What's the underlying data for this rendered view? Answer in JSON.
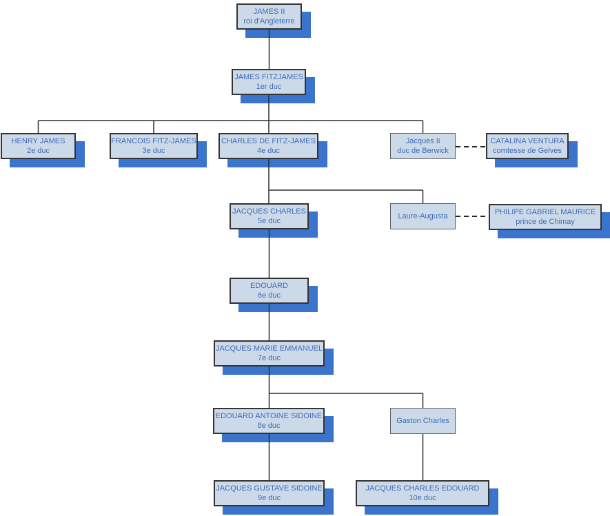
{
  "diagram_type": "family-tree-org-chart",
  "colors": {
    "box_fill": "#ccd9e8",
    "box_shadow_accent": "#3a74cc",
    "text_blue": "#3f6cb8",
    "border_main": "#333333",
    "border_plain": "#5f5f5f",
    "connector": "#2e2e2e",
    "background": "#ffffff"
  },
  "nodes": {
    "james_ii": {
      "title": "JAMES II",
      "subtitle": "roi d'Angleterre"
    },
    "james_fitzjames": {
      "title": "JAMES FITZJAMES",
      "subtitle": "1er duc"
    },
    "henry_james": {
      "title": "HENRY JAMES",
      "subtitle": "2e duc"
    },
    "francois_fitz_james": {
      "title": "FRANCOIS FITZ-JAMES",
      "subtitle": "3e duc"
    },
    "charles_de_fitz_james": {
      "title": "CHARLES DE FITZ-JAMES",
      "subtitle": "4e duc"
    },
    "jacques_ii_berwick": {
      "title": "Jacques Ii",
      "subtitle": "duc de Berwick"
    },
    "catalina_ventura": {
      "title": "CATALINA VENTURA",
      "subtitle": "comtesse de Gelves"
    },
    "jacques_charles": {
      "title": "JACQUES CHARLES",
      "subtitle": "5e duc"
    },
    "laure_augusta": {
      "title": "Laure-Augusta"
    },
    "philipe_gabriel_maurice": {
      "title": "PHILIPE GABRIEL MAURICE",
      "subtitle": "prince de Chimay"
    },
    "edouard": {
      "title": "EDOUARD",
      "subtitle": "6e duc"
    },
    "jacques_marie_emmanuel": {
      "title": "JACQUES MARIE EMMANUEL",
      "subtitle": "7e duc"
    },
    "edouard_antoine_sidoine": {
      "title": "EDOUARD ANTOINE SIDOINE",
      "subtitle": "8e duc"
    },
    "gaston_charles": {
      "title": "Gaston Charles"
    },
    "jacques_gustave_sidoine": {
      "title": "JACQUES GUSTAVE SIDOINE",
      "subtitle": "9e duc"
    },
    "jacques_charles_edouard": {
      "title": "JACQUES CHARLES EDOUARD",
      "subtitle": "10e duc"
    }
  },
  "edges": [
    {
      "from": "james_ii",
      "to": "james_fitzjames",
      "style": "solid"
    },
    {
      "from": "james_fitzjames",
      "to": "henry_james",
      "style": "solid"
    },
    {
      "from": "james_fitzjames",
      "to": "francois_fitz_james",
      "style": "solid"
    },
    {
      "from": "james_fitzjames",
      "to": "charles_de_fitz_james",
      "style": "solid"
    },
    {
      "from": "james_fitzjames",
      "to": "jacques_ii_berwick",
      "style": "solid"
    },
    {
      "from": "jacques_ii_berwick",
      "to": "catalina_ventura",
      "style": "dashed"
    },
    {
      "from": "charles_de_fitz_james",
      "to": "jacques_charles",
      "style": "solid"
    },
    {
      "from": "charles_de_fitz_james",
      "to": "laure_augusta",
      "style": "solid"
    },
    {
      "from": "laure_augusta",
      "to": "philipe_gabriel_maurice",
      "style": "dashed"
    },
    {
      "from": "jacques_charles",
      "to": "edouard",
      "style": "solid"
    },
    {
      "from": "edouard",
      "to": "jacques_marie_emmanuel",
      "style": "solid"
    },
    {
      "from": "jacques_marie_emmanuel",
      "to": "edouard_antoine_sidoine",
      "style": "solid"
    },
    {
      "from": "jacques_marie_emmanuel",
      "to": "gaston_charles",
      "style": "solid"
    },
    {
      "from": "edouard_antoine_sidoine",
      "to": "jacques_gustave_sidoine",
      "style": "solid"
    },
    {
      "from": "gaston_charles",
      "to": "jacques_charles_edouard",
      "style": "solid"
    }
  ]
}
